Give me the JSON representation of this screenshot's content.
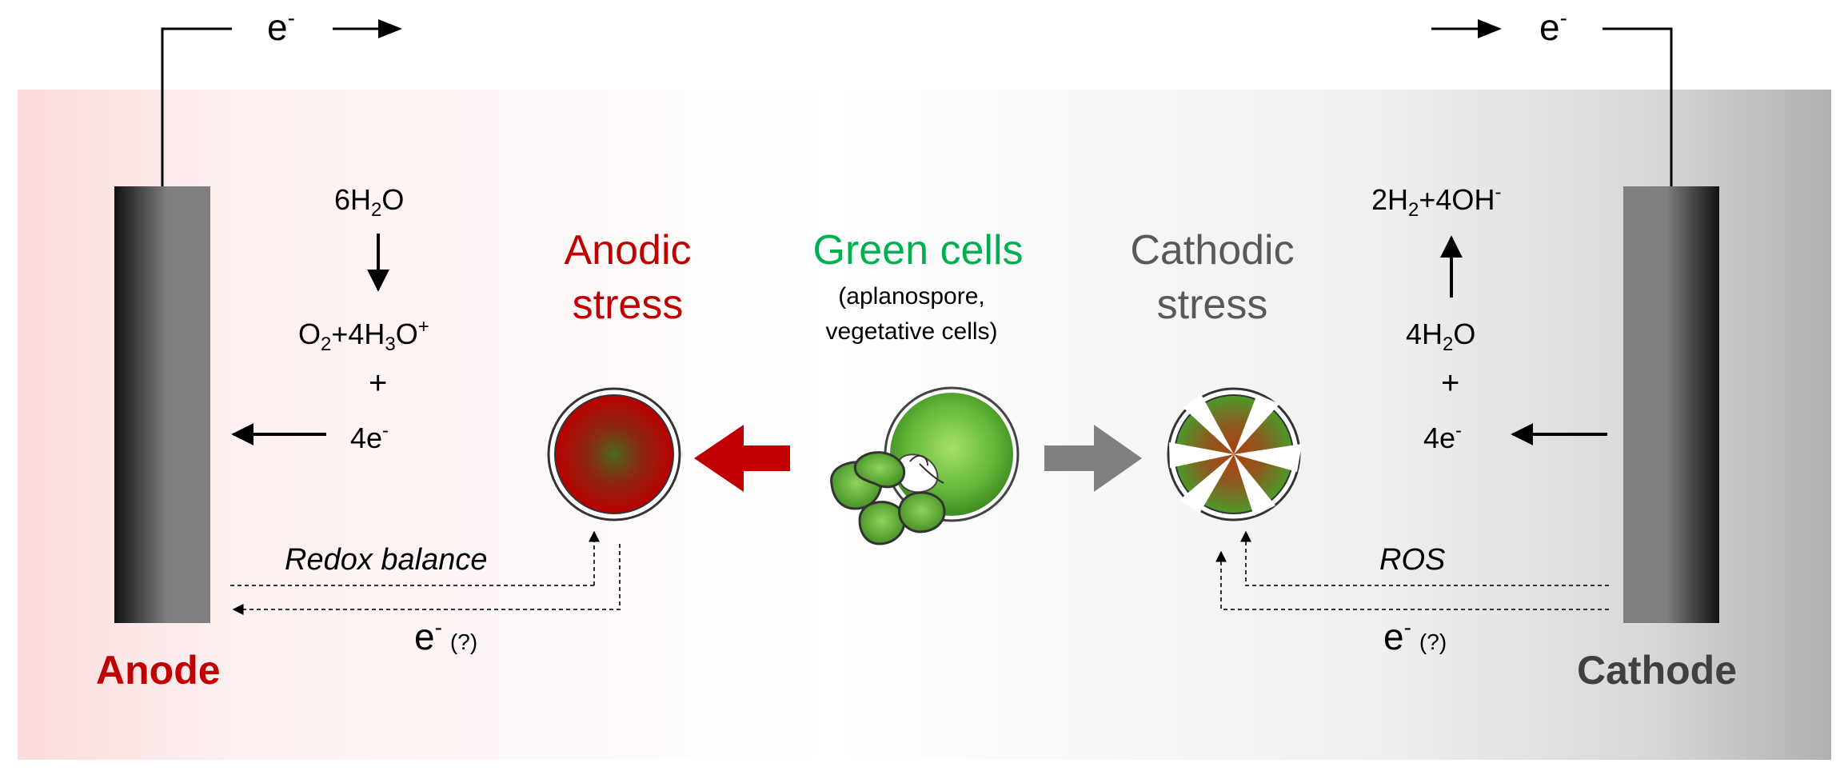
{
  "labels": {
    "electron": "e",
    "electron_charge": "-",
    "anode": "Anode",
    "cathode": "Cathode",
    "anodic_stress_line1": "Anodic",
    "anodic_stress_line2": "stress",
    "green_cells": "Green cells",
    "green_cells_sub1": "(aplanospore,",
    "green_cells_sub2": "vegetative cells)",
    "cathodic_stress_line1": "Cathodic",
    "cathodic_stress_line2": "stress",
    "redox_balance": "Redox balance",
    "ros": "ROS",
    "question": "(?)",
    "plus": "+"
  },
  "anode_reaction": {
    "reactant_coef": "6H",
    "reactant_sub": "2",
    "reactant_tail": "O",
    "p1": "O",
    "p1_sub": "2",
    "p2": "+4H",
    "p2_sub": "3",
    "p3": "O",
    "p3_sup": "+",
    "electrons": "4e",
    "electrons_sup": "-"
  },
  "cathode_reaction": {
    "product_a": "2H",
    "product_a_sub": "2",
    "product_b": "+4OH",
    "product_b_sup": "-",
    "reactant_coef": "4H",
    "reactant_sub": "2",
    "reactant_tail": "O",
    "electrons": "4e",
    "electrons_sup": "-"
  },
  "colors": {
    "anode_red": "#c00000",
    "green": "#00b050",
    "gray_text": "#595959",
    "cathode_text": "#404040",
    "arrow_red": "#c00000",
    "arrow_gray": "#808080",
    "cell_green": "#66bb3a"
  }
}
